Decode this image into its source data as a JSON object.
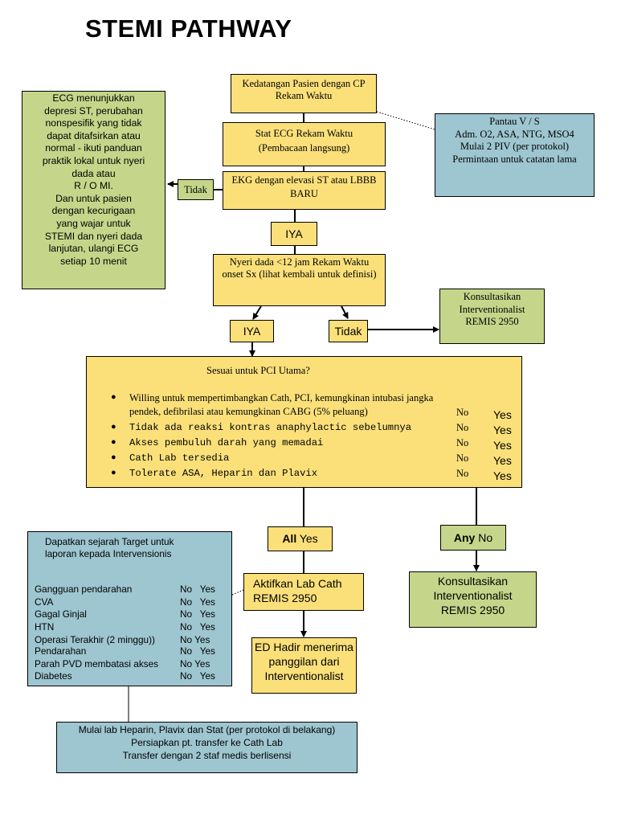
{
  "title": "STEMI PATHWAY",
  "arrival": [
    "Kedatangan Pasien dengan CP",
    "Rekam Waktu"
  ],
  "stat_ecg": [
    "Stat ECG Rekam Waktu",
    "(Pembacaan langsung)"
  ],
  "ekg_elev": [
    "EKG dengan elevasi ST atau LBBB",
    "BARU"
  ],
  "monitor": [
    "Pantau V / S",
    "Adm. O2, ASA, NTG, MSO4",
    "Mulai 2 PIV (per protokol)",
    "Permintaan untuk catatan lama"
  ],
  "left_note": [
    "ECG menunjukkan",
    "depresi ST, perubahan",
    "nonspesifik yang tidak",
    "dapat ditafsirkan atau",
    "normal - ikuti panduan",
    "praktik lokal untuk nyeri",
    "dada atau",
    "R / O MI.",
    "Dan untuk pasien",
    "dengan kecurigaan",
    "yang wajar untuk",
    "STEMI dan nyeri dada",
    "lanjutan, ulangi ECG",
    "setiap 10 menit"
  ],
  "tidak_1": "Tidak",
  "iya_1": "IYA",
  "chest_pain": [
    "Nyeri dada <12 jam Rekam Waktu",
    "onset Sx (lihat kembali untuk definisi)"
  ],
  "iya_2": "IYA",
  "tidak_2": "Tidak",
  "consult_top": [
    "Konsultasikan",
    "Interventionalist",
    "REMIS 2950"
  ],
  "pci": {
    "heading": "Sesuai untuk PCI Utama?",
    "bullet_1": [
      "Willing untuk mempertimbangkan Cath, PCI, kemungkinan intubasi jangka",
      "pendek, defibrilasi atau kemungkinan CABG (5% peluang)"
    ],
    "bullets": [
      "Tidak ada reaksi kontras anaphylactic sebelumnya",
      "Akses pembuluh darah yang memadai",
      "Cath Lab tersedia",
      "Tolerate ASA, Heparin dan Plavix"
    ],
    "no": "No",
    "yes": "Yes"
  },
  "all_yes": {
    "strong": "All",
    "rest": " Yes"
  },
  "any_no": {
    "strong": "Any",
    "rest": " No"
  },
  "history": {
    "heading": [
      "Dapatkan sejarah Target untuk",
      "laporan kepada Intervensionis"
    ],
    "rows": [
      {
        "label": "Gangguan pendarahan",
        "opts": "No   Yes"
      },
      {
        "label": "CVA",
        "opts": "No   Yes"
      },
      {
        "label": "Gagal Ginjal",
        "opts": "No   Yes"
      },
      {
        "label": "HTN",
        "opts": "No   Yes"
      },
      {
        "label": "Operasi Terakhir (2 minggu))",
        "opts": "No Yes"
      },
      {
        "label": "Pendarahan",
        "opts": "No   Yes"
      },
      {
        "label": "Parah PVD membatasi akses",
        "opts": "No Yes"
      },
      {
        "label": "Diabetes",
        "opts": "No   Yes"
      }
    ]
  },
  "activate": [
    "Aktifkan Lab Cath",
    "REMIS 2950"
  ],
  "consult_right": [
    "Konsultasikan",
    "Interventionalist",
    "REMIS 2950"
  ],
  "ed": [
    "ED Hadir menerima",
    "panggilan dari",
    "Interventionalist"
  ],
  "bottom": [
    "Mulai lab Heparin, Plavix dan Stat (per protokol di belakang)",
    "Persiapkan pt. transfer ke Cath Lab",
    "Transfer dengan 2 staf medis berlisensi"
  ]
}
